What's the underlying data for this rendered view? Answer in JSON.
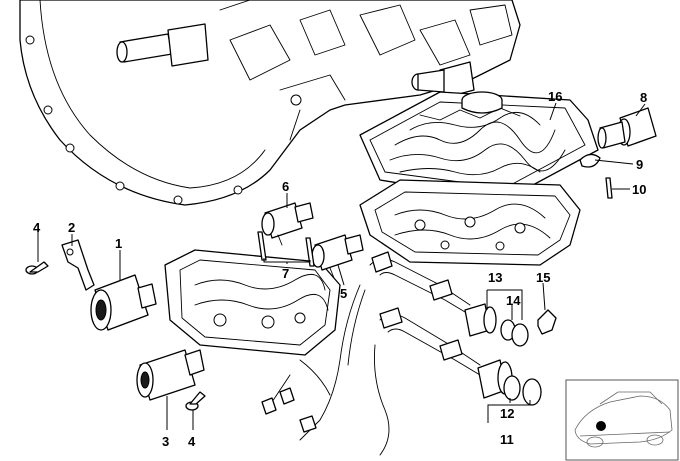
{
  "callouts": {
    "c1": "1",
    "c2": "2",
    "c3": "3",
    "c4a": "4",
    "c4b": "4",
    "c5": "5",
    "c6": "6",
    "c7": "7",
    "c8": "8",
    "c9": "9",
    "c10": "10",
    "c11": "11",
    "c12": "12",
    "c13": "13",
    "c14": "14",
    "c15": "15",
    "c16": "16"
  },
  "colors": {
    "line": "#000000",
    "background": "#ffffff",
    "marker": "#000000"
  }
}
